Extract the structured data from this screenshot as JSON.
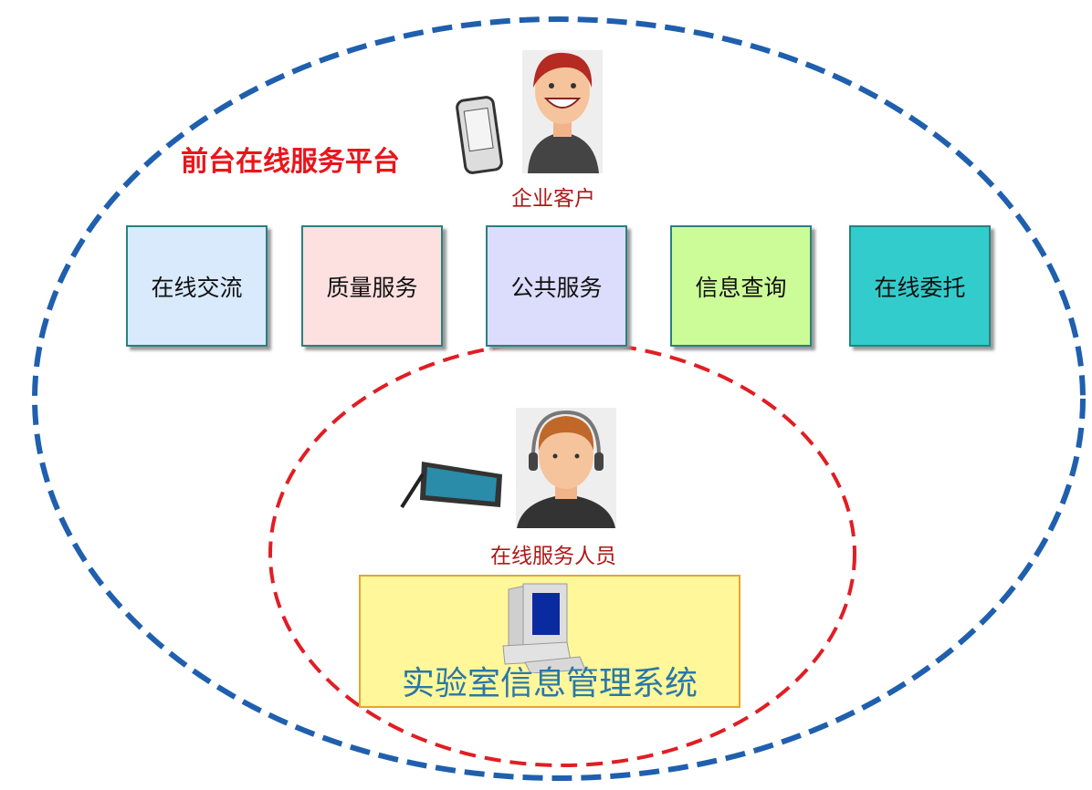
{
  "platform_title": "前台在线服务平台",
  "customer_label": "企业客户",
  "services": [
    {
      "label": "在线交流",
      "color": "#d8eafc"
    },
    {
      "label": "质量服务",
      "color": "#fde0e0"
    },
    {
      "label": "公共服务",
      "color": "#dcdcfc"
    },
    {
      "label": "信息查询",
      "color": "#ccfc98"
    },
    {
      "label": "在线委托",
      "color": "#33cccc"
    }
  ],
  "staff_label": "在线服务人员",
  "system_label": "实验室信息管理系统",
  "colors": {
    "outer_ellipse": "#1f5fae",
    "inner_ellipse": "#e01e24"
  }
}
